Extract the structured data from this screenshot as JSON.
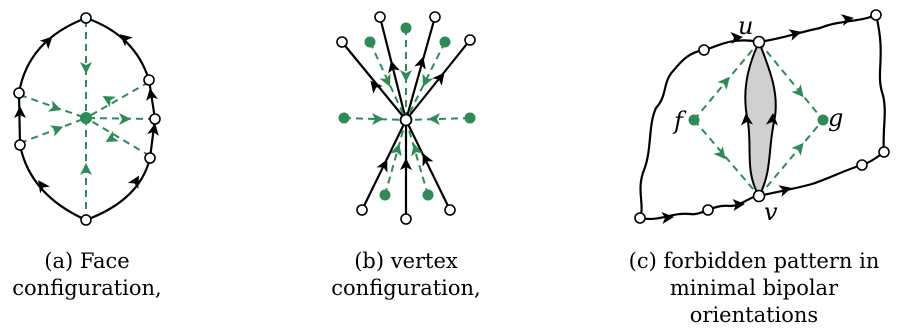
{
  "panels": [
    {
      "caption_line1": "(a) Face",
      "caption_line2": "configuration,"
    },
    {
      "caption_line1": "(b) vertex",
      "caption_line2": "configuration,"
    },
    {
      "caption_line1": "(c) forbidden pattern in",
      "caption_line2": "minimal bipolar",
      "caption_line3": "orientations"
    }
  ],
  "vertex_labels": {
    "u": "u",
    "v": "v",
    "f": "f",
    "g": "g"
  },
  "colors": {
    "edge": "#000000",
    "dual_edge": "#2e8b57",
    "dual_vertex": "#2e8b57",
    "shaded_face": "#d0d0d0"
  }
}
